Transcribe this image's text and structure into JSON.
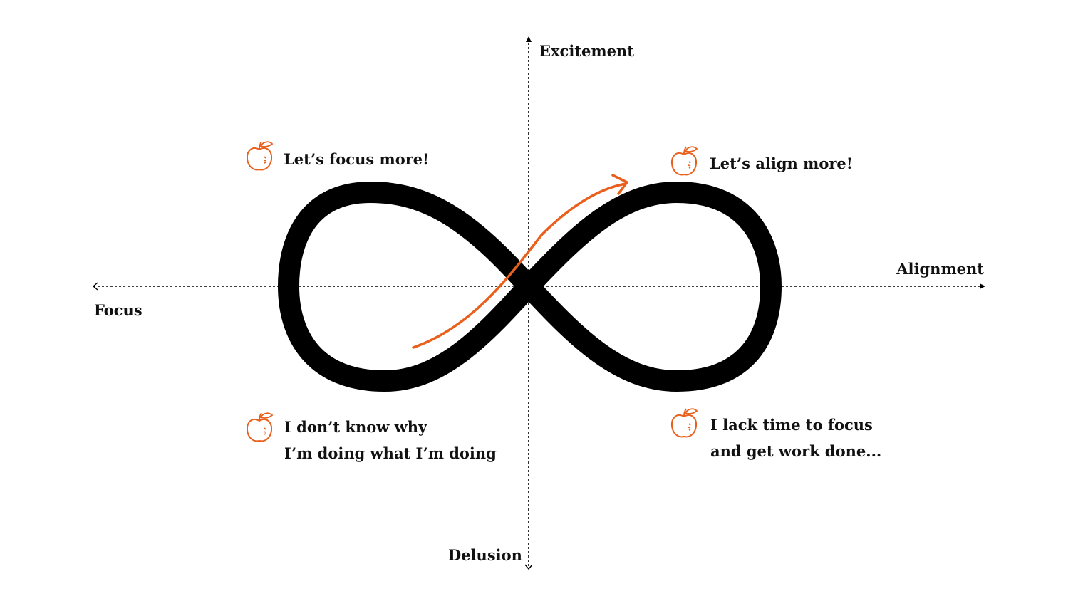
{
  "axes": {
    "top": "Excitement",
    "bottom": "Delusion",
    "left": "Focus",
    "right": "Alignment"
  },
  "notes": {
    "top_left": "Let’s focus more!",
    "top_right": "Let’s align more!",
    "bottom_left": [
      "I don’t know why",
      "I’m doing what I’m doing"
    ],
    "bottom_right": [
      "I lack time to focus",
      "and get work done..."
    ]
  },
  "icons": {
    "note": "apple-icon"
  },
  "colors": {
    "accent": "#e8601c",
    "ink": "#000000",
    "text": "#111111"
  }
}
